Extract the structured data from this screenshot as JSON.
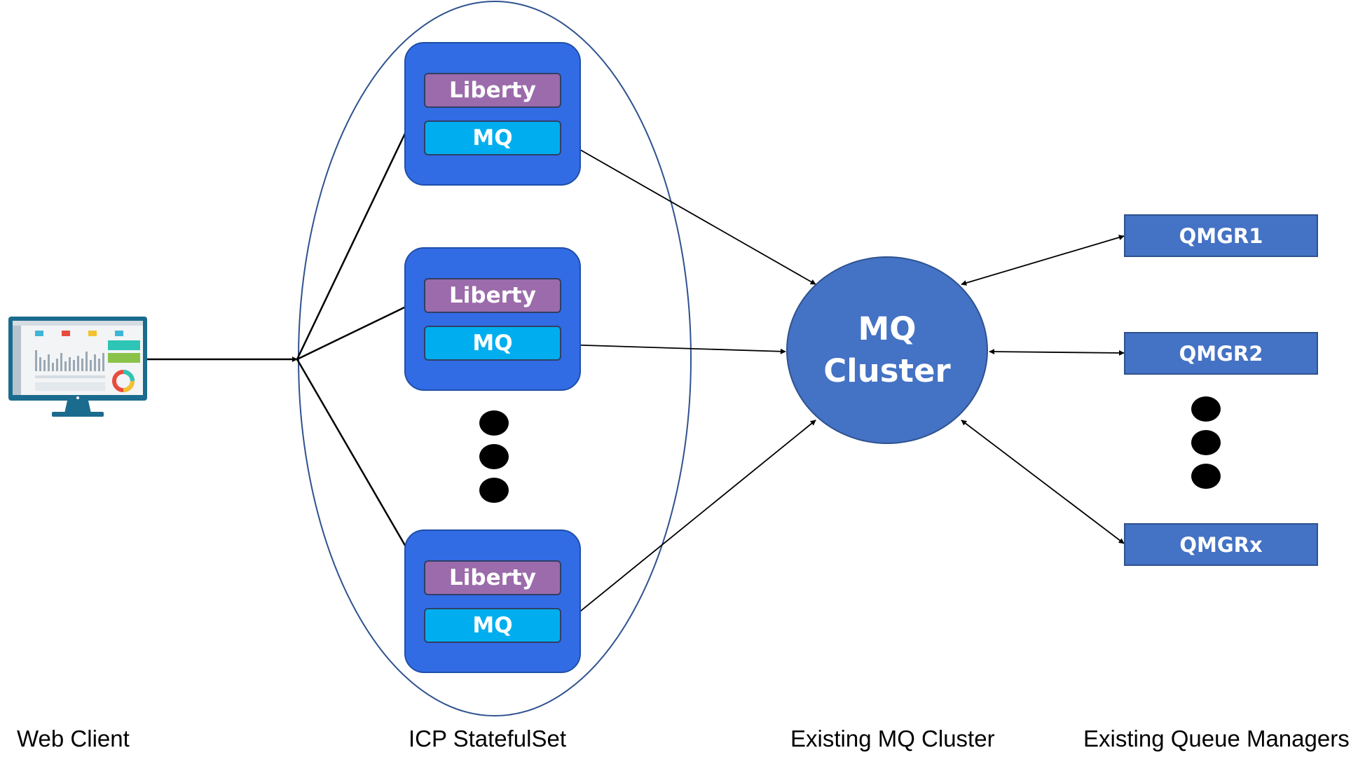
{
  "pods": [
    {
      "liberty_label": "Liberty",
      "mq_label": "MQ"
    },
    {
      "liberty_label": "Liberty",
      "mq_label": "MQ"
    },
    {
      "liberty_label": "Liberty",
      "mq_label": "MQ"
    }
  ],
  "cluster": {
    "line1": "MQ",
    "line2": "Cluster"
  },
  "queue_managers": [
    "QMGR1",
    "QMGR2",
    "QMGRx"
  ],
  "captions": {
    "web_client": "Web Client",
    "statefulset": "ICP StatefulSet",
    "mq_cluster": "Existing MQ Cluster",
    "queue_managers": "Existing Queue Managers"
  },
  "colors": {
    "pod": "#326CE5",
    "liberty": "#9B6BAB",
    "mq": "#00AEEF",
    "cluster": "#4472C4",
    "qmgr": "#4472C4",
    "ellipse_outline": "#2F528F"
  }
}
